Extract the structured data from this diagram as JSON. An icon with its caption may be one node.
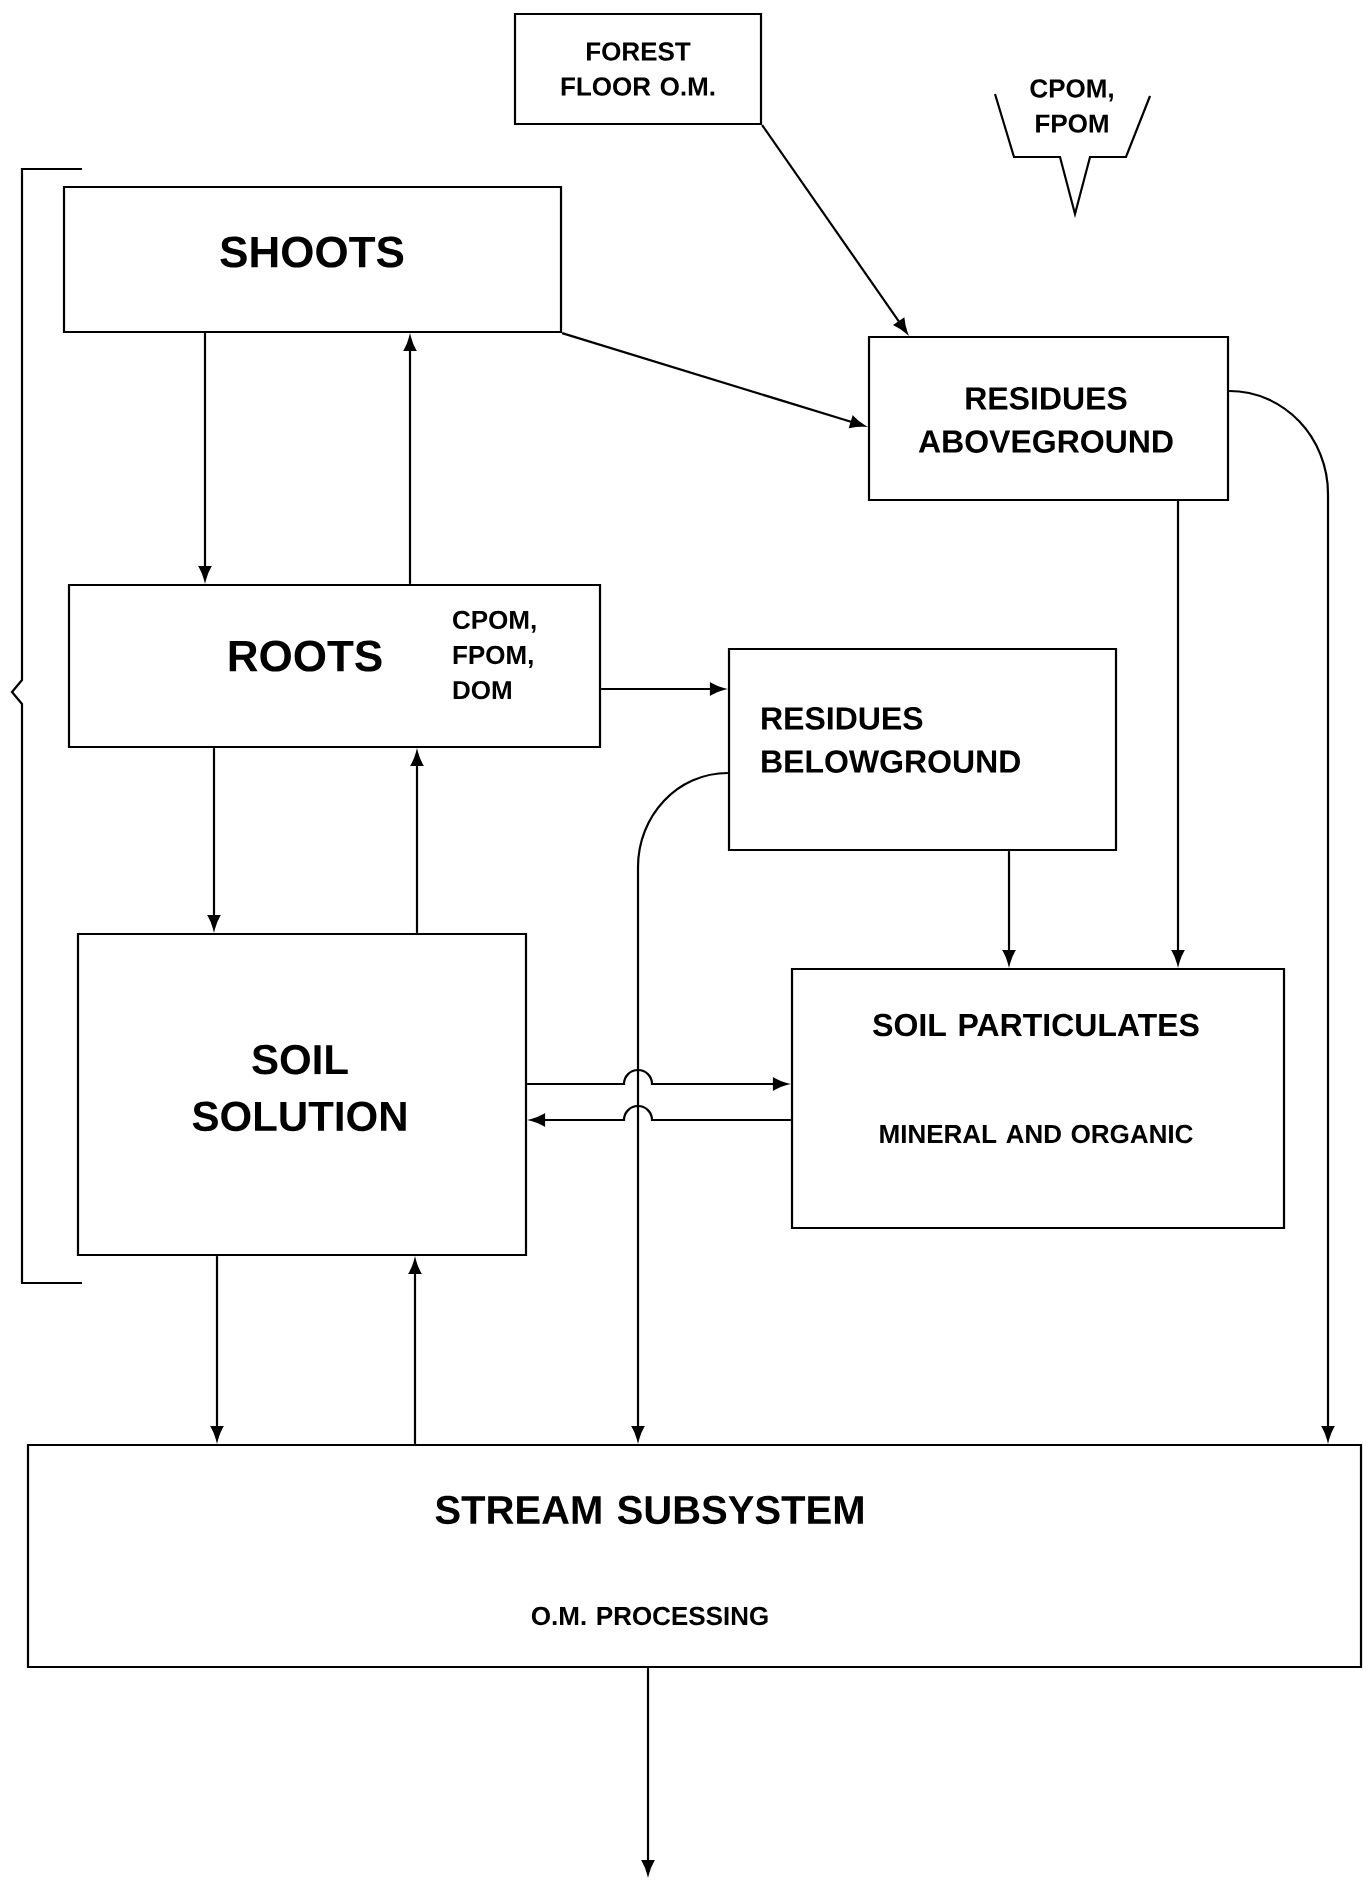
{
  "diagram": {
    "nodes": [
      {
        "text": [
          "FOREST FLOOR O.M."
        ]
      },
      {
        "text": [
          "CPOM, FPOM"
        ]
      },
      {
        "text": [
          "SHOOTS"
        ]
      },
      {
        "text": [
          "RESIDUES ABOVEGROUND"
        ]
      },
      {
        "text": [
          "ROOTS",
          "CPOM, FPOM, DOM"
        ]
      },
      {
        "text": [
          "RESIDUES BELOWGROUND"
        ]
      },
      {
        "text": [
          "SOIL SOLUTION"
        ]
      },
      {
        "text": [
          "SOIL PARTICULATES",
          "MINERAL AND ORGANIC"
        ]
      },
      {
        "text": [
          "STREAM SUBSYSTEM",
          "O.M. PROCESSING"
        ]
      }
    ],
    "edges": [
      {
        "from": 0,
        "to": 3,
        "arrow": "to"
      },
      {
        "from": 2,
        "to": 3,
        "arrow": "to"
      },
      {
        "from": 2,
        "to": 4,
        "arrow": "to"
      },
      {
        "from": 4,
        "to": 2,
        "arrow": "to"
      },
      {
        "from": 4,
        "to": 5,
        "arrow": "to"
      },
      {
        "from": 4,
        "to": 6,
        "arrow": "to"
      },
      {
        "from": 6,
        "to": 4,
        "arrow": "to"
      },
      {
        "from": 3,
        "to": 7,
        "arrow": "to"
      },
      {
        "from": 3,
        "to": 8,
        "arrow": "to"
      },
      {
        "from": 5,
        "to": 7,
        "arrow": "to"
      },
      {
        "from": 5,
        "to": 8,
        "arrow": "to"
      },
      {
        "from": 6,
        "to": 7,
        "arrow": "to"
      },
      {
        "from": 7,
        "to": 6,
        "arrow": "to"
      },
      {
        "from": 6,
        "to": 8,
        "arrow": "to"
      },
      {
        "from": 8,
        "to": 6,
        "arrow": "to"
      },
      {
        "from": 8,
        "to": null,
        "arrow": "to"
      }
    ]
  }
}
